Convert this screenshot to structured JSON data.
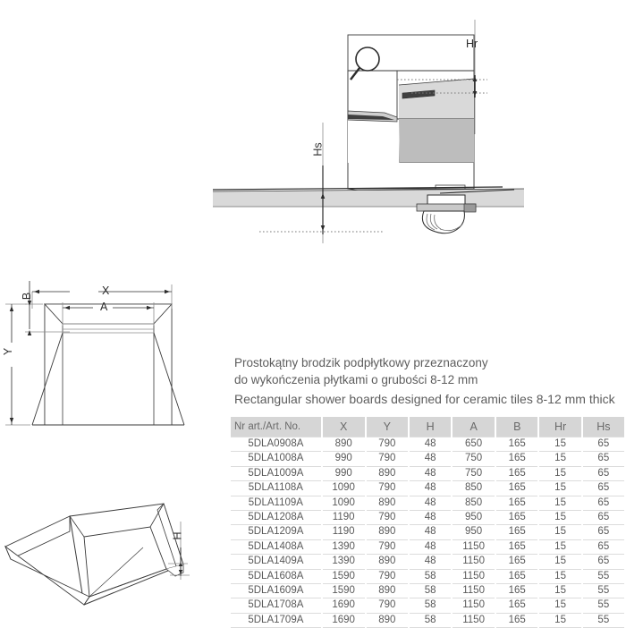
{
  "document": {
    "type": "technical-product-datasheet",
    "caption_pl": "Prostokątny brodzik podpłytkowy przeznaczony\ndo wykończenia płytkami o  grubości 8-12 mm",
    "caption_en": "Rectangular shower boards designed for ceramic tiles 8-12 mm thick"
  },
  "colors": {
    "text": "#5a5a5a",
    "header_bg": "#d6d6d6",
    "rule": "#dcdcdc",
    "line": "#3a3a3a",
    "fill_light": "#d9d9d9",
    "fill_mid": "#bdbdbd",
    "fill_dark": "#4a4a4a"
  },
  "drawings": {
    "section_view": {
      "name": "cross-section-with-detail-callout",
      "labels": {
        "hr": "Hr",
        "hs": "Hs"
      },
      "icons": {
        "magnifier": "magnifier-icon"
      }
    },
    "plan_view": {
      "name": "front-elevation-dimensions",
      "labels": {
        "x": "X",
        "y": "Y",
        "a": "A",
        "b": "B"
      }
    },
    "iso_view": {
      "name": "isometric-shower-board",
      "labels": {
        "h": "H"
      }
    }
  },
  "table": {
    "columns": [
      "Nr art./Art. No.",
      "X",
      "Y",
      "H",
      "A",
      "B",
      "Hr",
      "Hs"
    ],
    "rows": [
      [
        "5DLA0908A",
        "890",
        "790",
        "48",
        "650",
        "165",
        "15",
        "65"
      ],
      [
        "5DLA1008A",
        "990",
        "790",
        "48",
        "750",
        "165",
        "15",
        "65"
      ],
      [
        "5DLA1009A",
        "990",
        "890",
        "48",
        "750",
        "165",
        "15",
        "65"
      ],
      [
        "5DLA1108A",
        "1090",
        "790",
        "48",
        "850",
        "165",
        "15",
        "65"
      ],
      [
        "5DLA1109A",
        "1090",
        "890",
        "48",
        "850",
        "165",
        "15",
        "65"
      ],
      [
        "5DLA1208A",
        "1190",
        "790",
        "48",
        "950",
        "165",
        "15",
        "65"
      ],
      [
        "5DLA1209A",
        "1190",
        "890",
        "48",
        "950",
        "165",
        "15",
        "65"
      ],
      [
        "5DLA1408A",
        "1390",
        "790",
        "48",
        "1150",
        "165",
        "15",
        "65"
      ],
      [
        "5DLA1409A",
        "1390",
        "890",
        "48",
        "1150",
        "165",
        "15",
        "65"
      ],
      [
        "5DLA1608A",
        "1590",
        "790",
        "58",
        "1150",
        "165",
        "15",
        "55"
      ],
      [
        "5DLA1609A",
        "1590",
        "890",
        "58",
        "1150",
        "165",
        "15",
        "55"
      ],
      [
        "5DLA1708A",
        "1690",
        "790",
        "58",
        "1150",
        "165",
        "15",
        "55"
      ],
      [
        "5DLA1709A",
        "1690",
        "890",
        "58",
        "1150",
        "165",
        "15",
        "55"
      ]
    ]
  }
}
